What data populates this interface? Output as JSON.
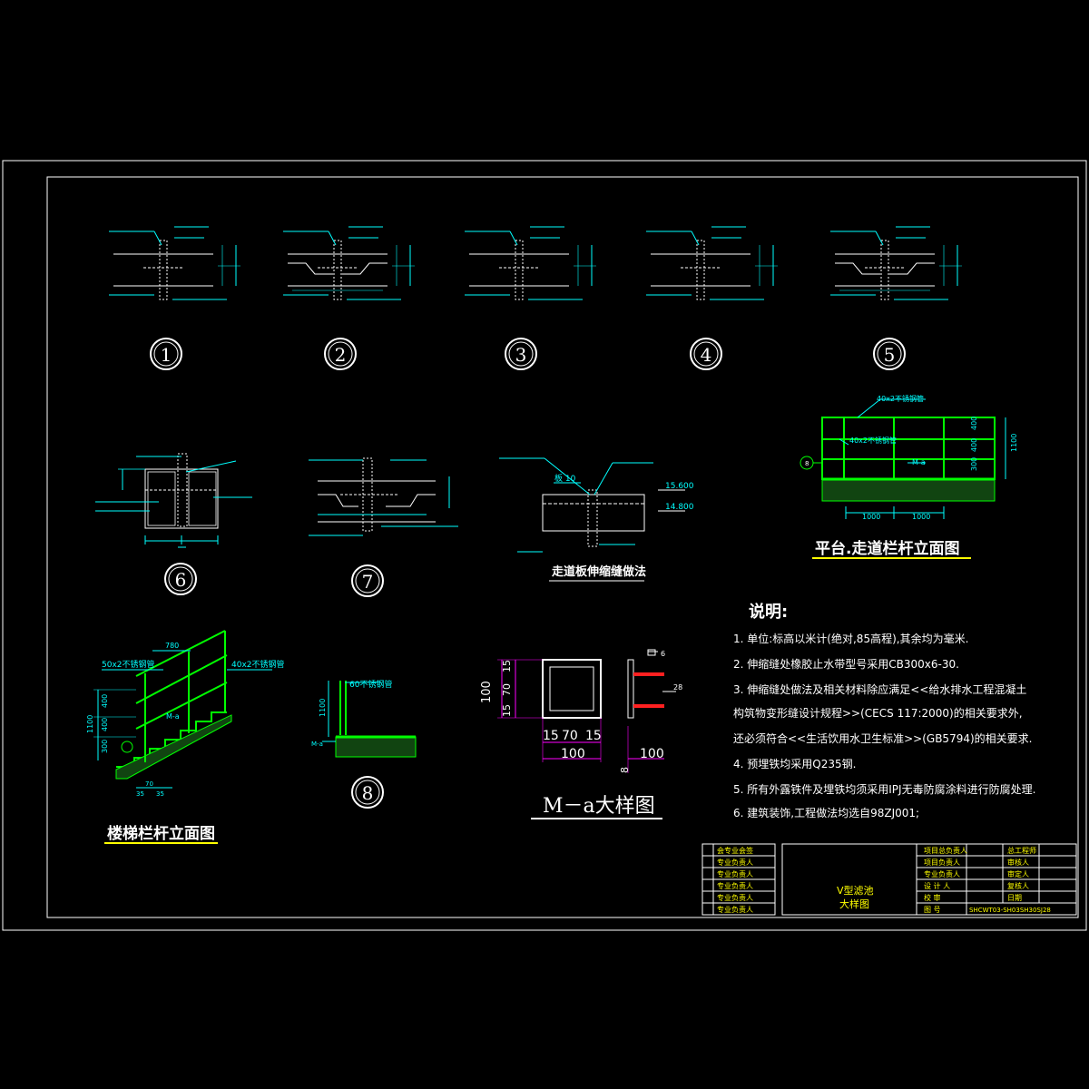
{
  "details": {
    "labels": [
      "1",
      "2",
      "3",
      "4",
      "5",
      "6",
      "7",
      "8"
    ]
  },
  "walkway": {
    "title": "走道板伸缩缝做法",
    "elev_top": "15.600",
    "elev_bot": "14.800",
    "slab": "板 10"
  },
  "platform": {
    "title": "平台.走道栏杆立面图",
    "pipe_top": "40x2不锈钢管",
    "pipe_mid": "40x2不锈钢管",
    "dims": [
      "400",
      "400",
      "300",
      "1100"
    ],
    "spans": [
      "1000",
      "1000"
    ],
    "marker": "M-a",
    "circle": "8"
  },
  "stair": {
    "title": "楼梯栏杆立面图",
    "pipe_a": "50x2不锈钢管",
    "pipe_b": "40x2不锈钢管",
    "top": "780",
    "dims": [
      "400",
      "400",
      "300",
      "1100"
    ],
    "marker": "M-a",
    "bottom": [
      "70",
      "35",
      "35"
    ]
  },
  "detail8": {
    "pipe": "60不锈钢管",
    "height": "1100",
    "marker": "M-a",
    "label": "8"
  },
  "ma": {
    "title": "M－a大样图",
    "dims_v": [
      "15",
      "70",
      "15",
      "100"
    ],
    "dims_h": [
      "15",
      "70",
      "15",
      "100"
    ],
    "side_dim": "100",
    "side_small": "8",
    "side_top": "6",
    "side_rebar": "28"
  },
  "notes": {
    "heading": "说明:",
    "items": [
      "1. 单位:标高以米计(绝对,85高程),其余均为毫米.",
      "2. 伸缩缝处橡胶止水带型号采用CB300x6-30.",
      "3. 伸缩缝处做法及相关材料除应满足<<给水排水工程混凝土",
      "    构筑物变形缝设计规程>>(CECS 117:2000)的相关要求外,",
      "    还必须符合<<生活饮用水卫生标准>>(GB5794)的相关要求.",
      "4. 预埋铁均采用Q235钢.",
      "5. 所有外露铁件及埋铁均须采用IPJ无毒防腐涂料进行防腐处理.",
      "6. 建筑装饰,工程做法均选自98ZJ001;"
    ]
  },
  "titleblock": {
    "left": [
      "会专业会签",
      "专业负责人",
      "专业负责人",
      "专业负责人",
      "专业负责人",
      "专业负责人"
    ],
    "drawing": [
      "V型滤池",
      "大样图"
    ],
    "mid": [
      "项目总负责人",
      "项目负责人",
      "专业负责人",
      "设 计 人",
      "校 审",
      "图 号"
    ],
    "right": [
      "总工程师",
      "审核人",
      "审定人",
      "复核人",
      "日期"
    ],
    "number": "SHCWT03-SH03SH30SJ28"
  }
}
